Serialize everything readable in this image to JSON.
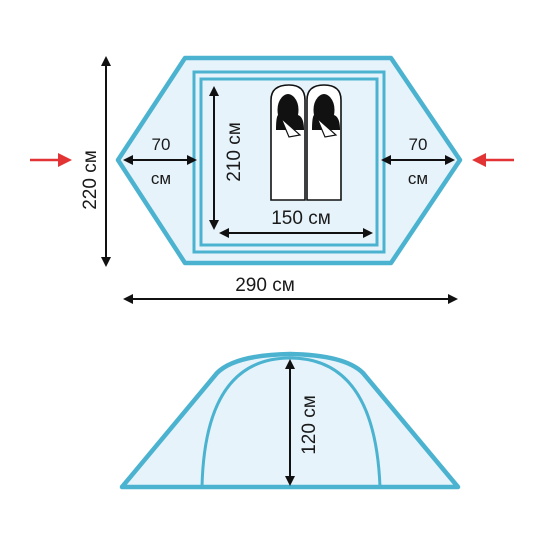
{
  "plan": {
    "outer_height_label": "220 см",
    "outer_length_label": "290 см",
    "inner_height_label": "210 см",
    "inner_width_label": "150 см",
    "vestibule_left_value": "70",
    "vestibule_left_unit": "см",
    "vestibule_right_value": "70",
    "vestibule_right_unit": "см"
  },
  "side_view": {
    "height_label": "120 см"
  },
  "colors": {
    "tent_fill": "#e6f3fb",
    "tent_stroke": "#4bb3d0",
    "arrow": "#111111",
    "entry_arrow": "#e23434",
    "figure": "#111111"
  }
}
